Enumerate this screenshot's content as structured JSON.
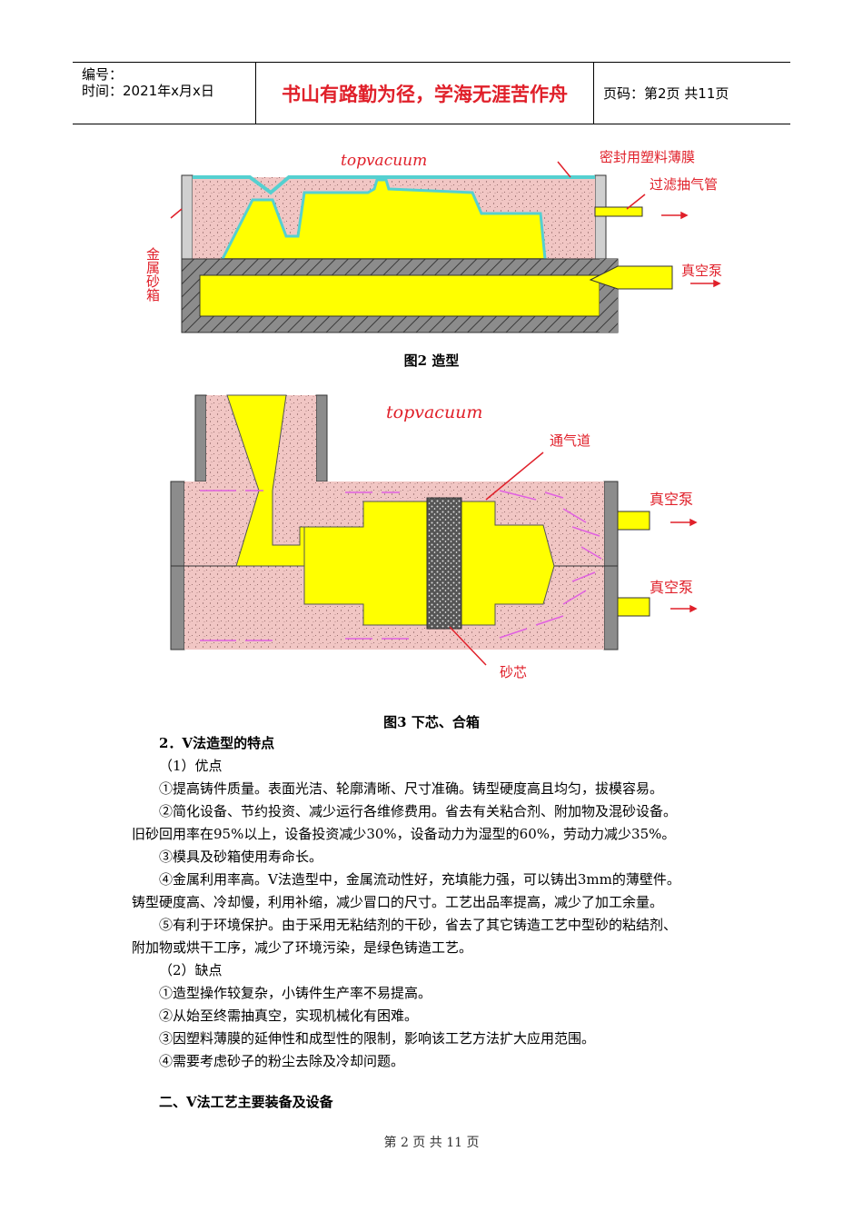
{
  "header": {
    "number_label": "编号：",
    "time_label": "时间：2021年x月x日",
    "motto": "书山有路勤为径，学海无涯苦作舟",
    "page_label": "页码：第2页  共11页"
  },
  "figure2": {
    "watermark": "topvacuum",
    "label_film": "密封用塑料薄膜",
    "label_pipe": "过滤抽气管",
    "label_pump": "真空泵",
    "label_flask": "金属砂箱",
    "caption": "图2   造型"
  },
  "figure3": {
    "watermark": "topvacuum",
    "label_vent": "通气道",
    "label_pump1": "真空泵",
    "label_pump2": "真空泵",
    "label_core": "砂芯",
    "caption": "图3  下芯、合箱"
  },
  "content": {
    "section_title": "2．V法造型的特点",
    "adv_title": "（1）优点",
    "adv1": "①提高铸件质量。表面光洁、轮廓清晰、尺寸准确。铸型硬度高且均匀，拔模容易。",
    "adv2a": "②简化设备、节约投资、减少运行各维修费用。省去有关粘合剂、附加物及混砂设备。",
    "adv2b": "旧砂回用率在95%以上，设备投资减少30%，设备动力为湿型的60%，劳动力减少35%。",
    "adv3": "③模具及砂箱使用寿命长。",
    "adv4a": "④金属利用率高。V法造型中，金属流动性好，充填能力强，可以铸出3mm的薄壁件。",
    "adv4b": "铸型硬度高、冷却慢，利用补缩，减少冒口的尺寸。工艺出品率提高，减少了加工余量。",
    "adv5a": "⑤有利于环境保护。由于采用无粘结剂的干砂，省去了其它铸造工艺中型砂的粘结剂、",
    "adv5b": "附加物或烘干工序，减少了环境污染，是绿色铸造工艺。",
    "dis_title": "（2）缺点",
    "dis1": "①造型操作较复杂，小铸件生产率不易提高。",
    "dis2": "②从始至终需抽真空，实现机械化有困难。",
    "dis3": "③因塑料薄膜的延伸性和成型性的限制，影响该工艺方法扩大应用范围。",
    "dis4": "④需要考虑砂子的粉尘去除及冷却问题。",
    "next_section": "二、V法工艺主要装备及设备"
  },
  "footer": {
    "text": "第 2 页 共 11 页"
  }
}
